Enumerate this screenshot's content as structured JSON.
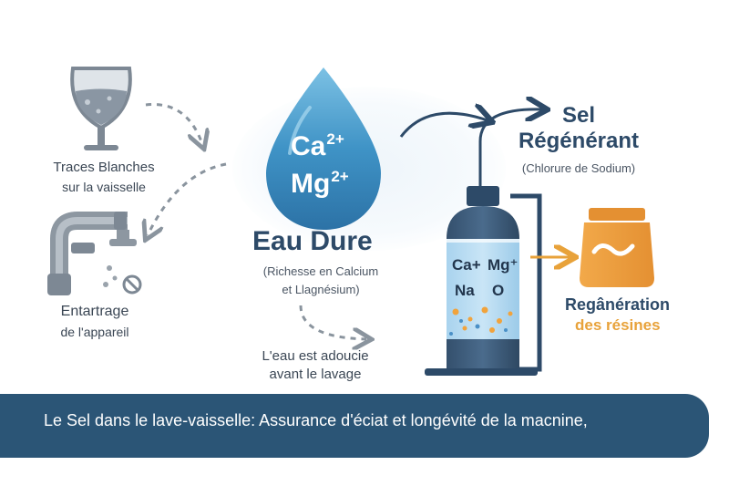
{
  "hard_water": {
    "ion1": "Ca",
    "ion1_charge": "2+",
    "ion2": "Mg",
    "ion2_charge": "2+",
    "title": "Eau Dure",
    "subtitle_line1": "(Richesse en Calcium",
    "subtitle_line2": "et Llagnésium)"
  },
  "white_traces": {
    "line1": "Traces Blanches",
    "line2": "sur la vaisselle"
  },
  "scaling": {
    "line1": "Entartrage",
    "line2": "de l'appareil"
  },
  "softened": {
    "line1": "L'eau est adoucie",
    "line2": "avant le lavage"
  },
  "salt": {
    "line1": "Sel",
    "line2": "Régénérant",
    "subtitle": "(Chlorure de Sodium)"
  },
  "tank": {
    "ion1": "Ca+",
    "ion2": "Mg⁺",
    "ion3": "Na",
    "ion4": "O"
  },
  "regeneration": {
    "line1": "Regânération",
    "line2": "des résines"
  },
  "footer": {
    "text": "Le Sel dans le lave-vaisselle: Assurance d'éciat et longévité de la macnine,"
  },
  "colors": {
    "drop": "#3b8cbf",
    "navy": "#2d4a68",
    "orange": "#e8a23a",
    "footer": "#2b5576"
  }
}
